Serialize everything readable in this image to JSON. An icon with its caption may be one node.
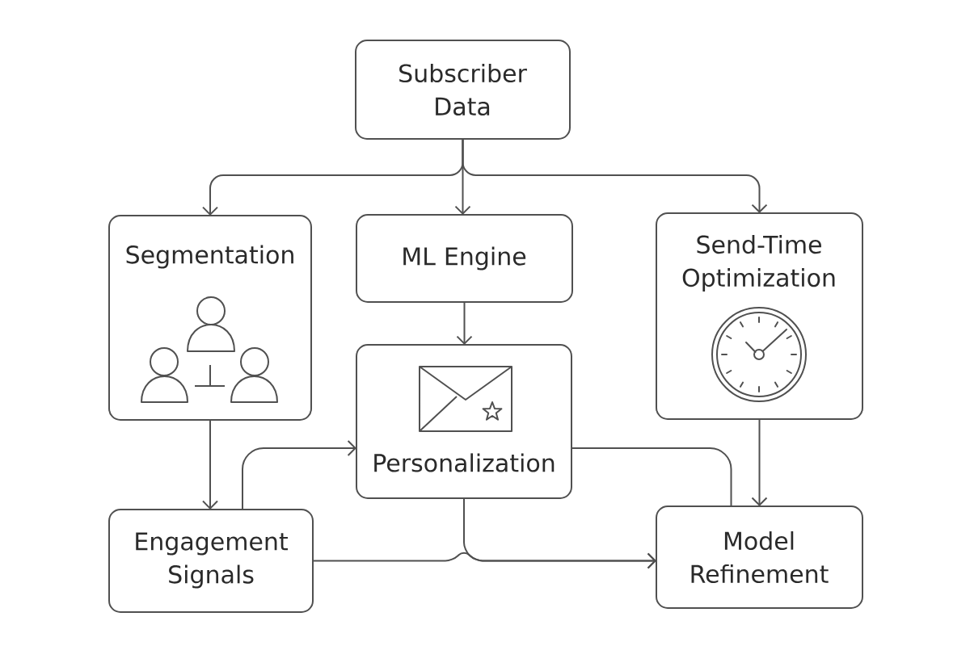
{
  "diagram": {
    "nodes": [
      {
        "text": [
          "Subscriber Data"
        ]
      },
      {
        "text": [
          "Segmentation"
        ]
      },
      {
        "text": [
          "ML Engine"
        ]
      },
      {
        "text": [
          "Send-Time Optimization"
        ]
      },
      {
        "text": [
          "Personalization"
        ]
      },
      {
        "text": [
          "Engagement Signals"
        ]
      },
      {
        "text": [
          "Model Refinement"
        ]
      }
    ],
    "edges": [
      {
        "from": 0,
        "to": 1,
        "arrow": "to"
      },
      {
        "from": 0,
        "to": 2,
        "arrow": "to"
      },
      {
        "from": 0,
        "to": 3,
        "arrow": "to"
      },
      {
        "from": 2,
        "to": 4,
        "arrow": "to"
      },
      {
        "from": 1,
        "to": 5,
        "arrow": "to"
      },
      {
        "from": 5,
        "to": 4,
        "arrow": "to"
      },
      {
        "from": 4,
        "to": 6,
        "arrow": "none"
      },
      {
        "from": 3,
        "to": 6,
        "arrow": "to"
      },
      {
        "from": 5,
        "to": 6,
        "arrow": "to"
      },
      {
        "from": 4,
        "to": 6,
        "arrow": "to"
      }
    ]
  }
}
